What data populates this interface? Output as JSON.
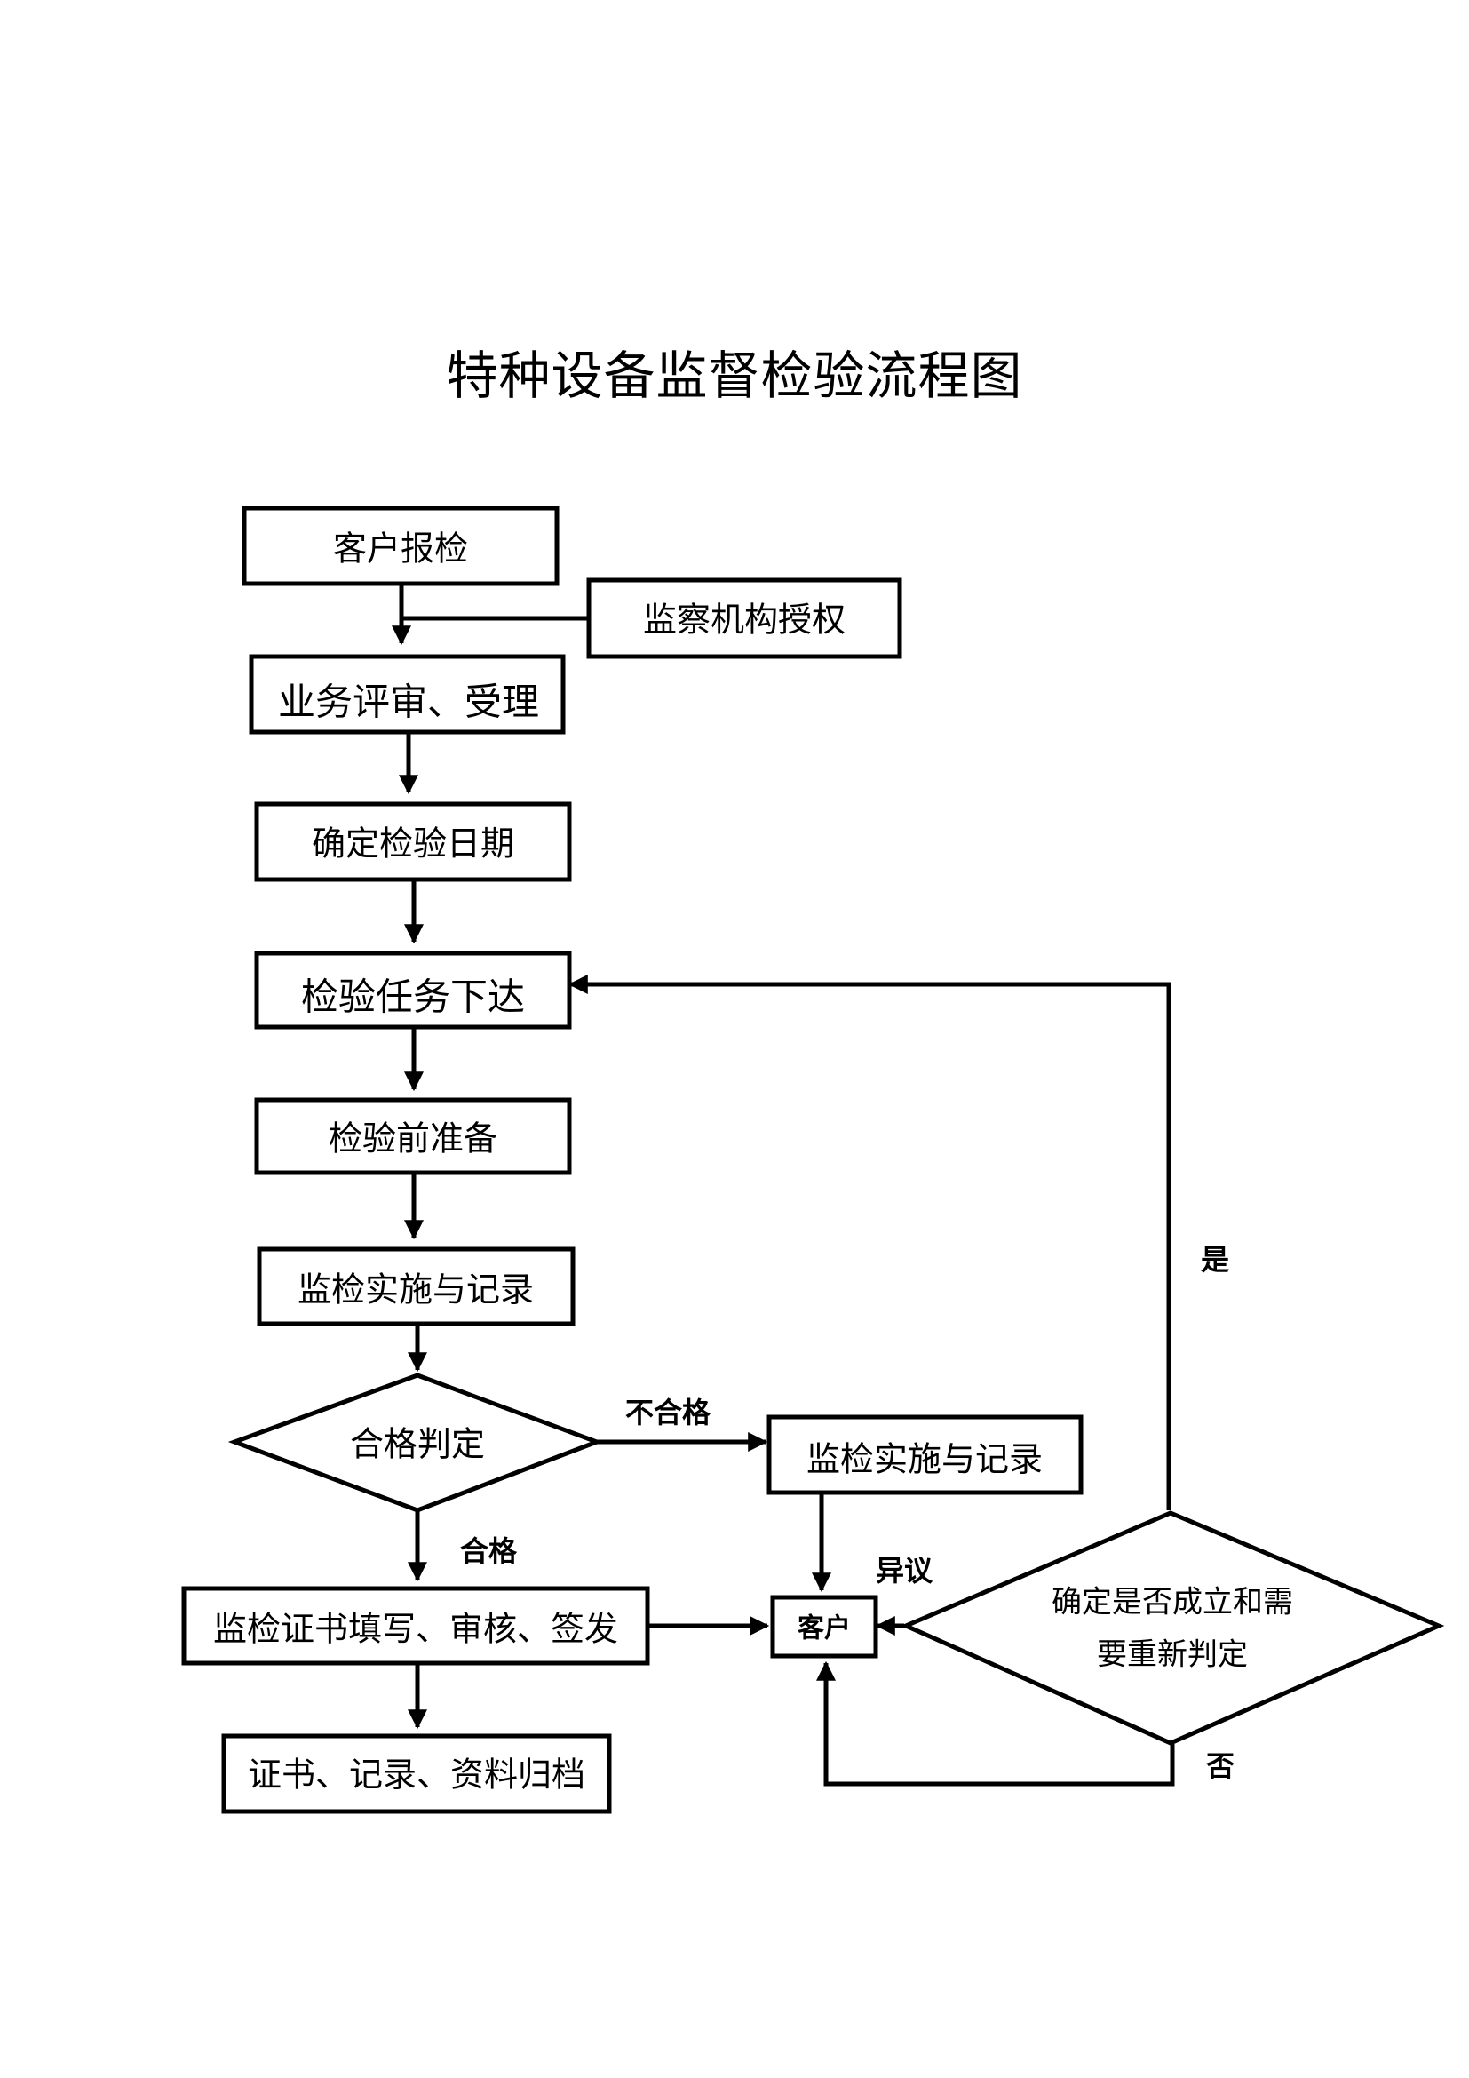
{
  "title": "特种设备监督检验流程图",
  "nodes": {
    "customer_report": "客户报检",
    "authorization": "监察机构授权",
    "review": "业务评审、受理",
    "determine_date": "确定检验日期",
    "task_issue": "检验任务下达",
    "preparation": "检验前准备",
    "inspection_record": "监检实施与记录",
    "qualified_judgment": "合格判定",
    "inspection_record_2": "监检实施与记录",
    "certificate": "监检证书填写、审核、签发",
    "archive": "证书、记录、资料归档",
    "customer": "客户",
    "decision_line1": "确定是否成立和需",
    "decision_line2": "要重新判定"
  },
  "edge_labels": {
    "unqualified": "不合格",
    "qualified": "合格",
    "objection": "异议",
    "yes": "是",
    "no": "否"
  }
}
